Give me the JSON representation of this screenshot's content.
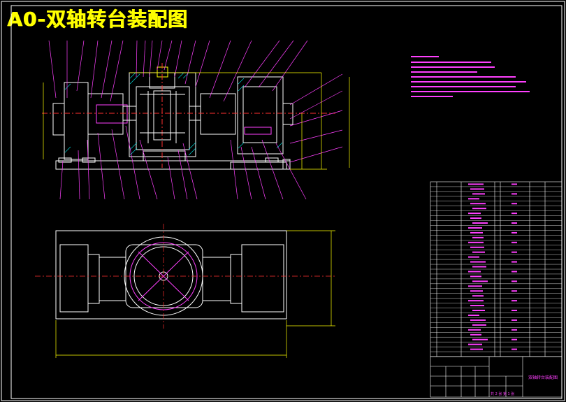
{
  "drawing": {
    "title": "A0-双轴转台装配图"
  },
  "title_block": {
    "name": "双轴转台装配图",
    "sheet": "共 2 张  第 1 张"
  },
  "colors": {
    "background": "#000000",
    "frame": "#ffffff",
    "title": "#ffff00",
    "outline": "#ffffff",
    "leader": "#ff40ff",
    "centerline": "#ff3030",
    "dimension": "#ffff00",
    "hatch": "#00e0e0"
  }
}
